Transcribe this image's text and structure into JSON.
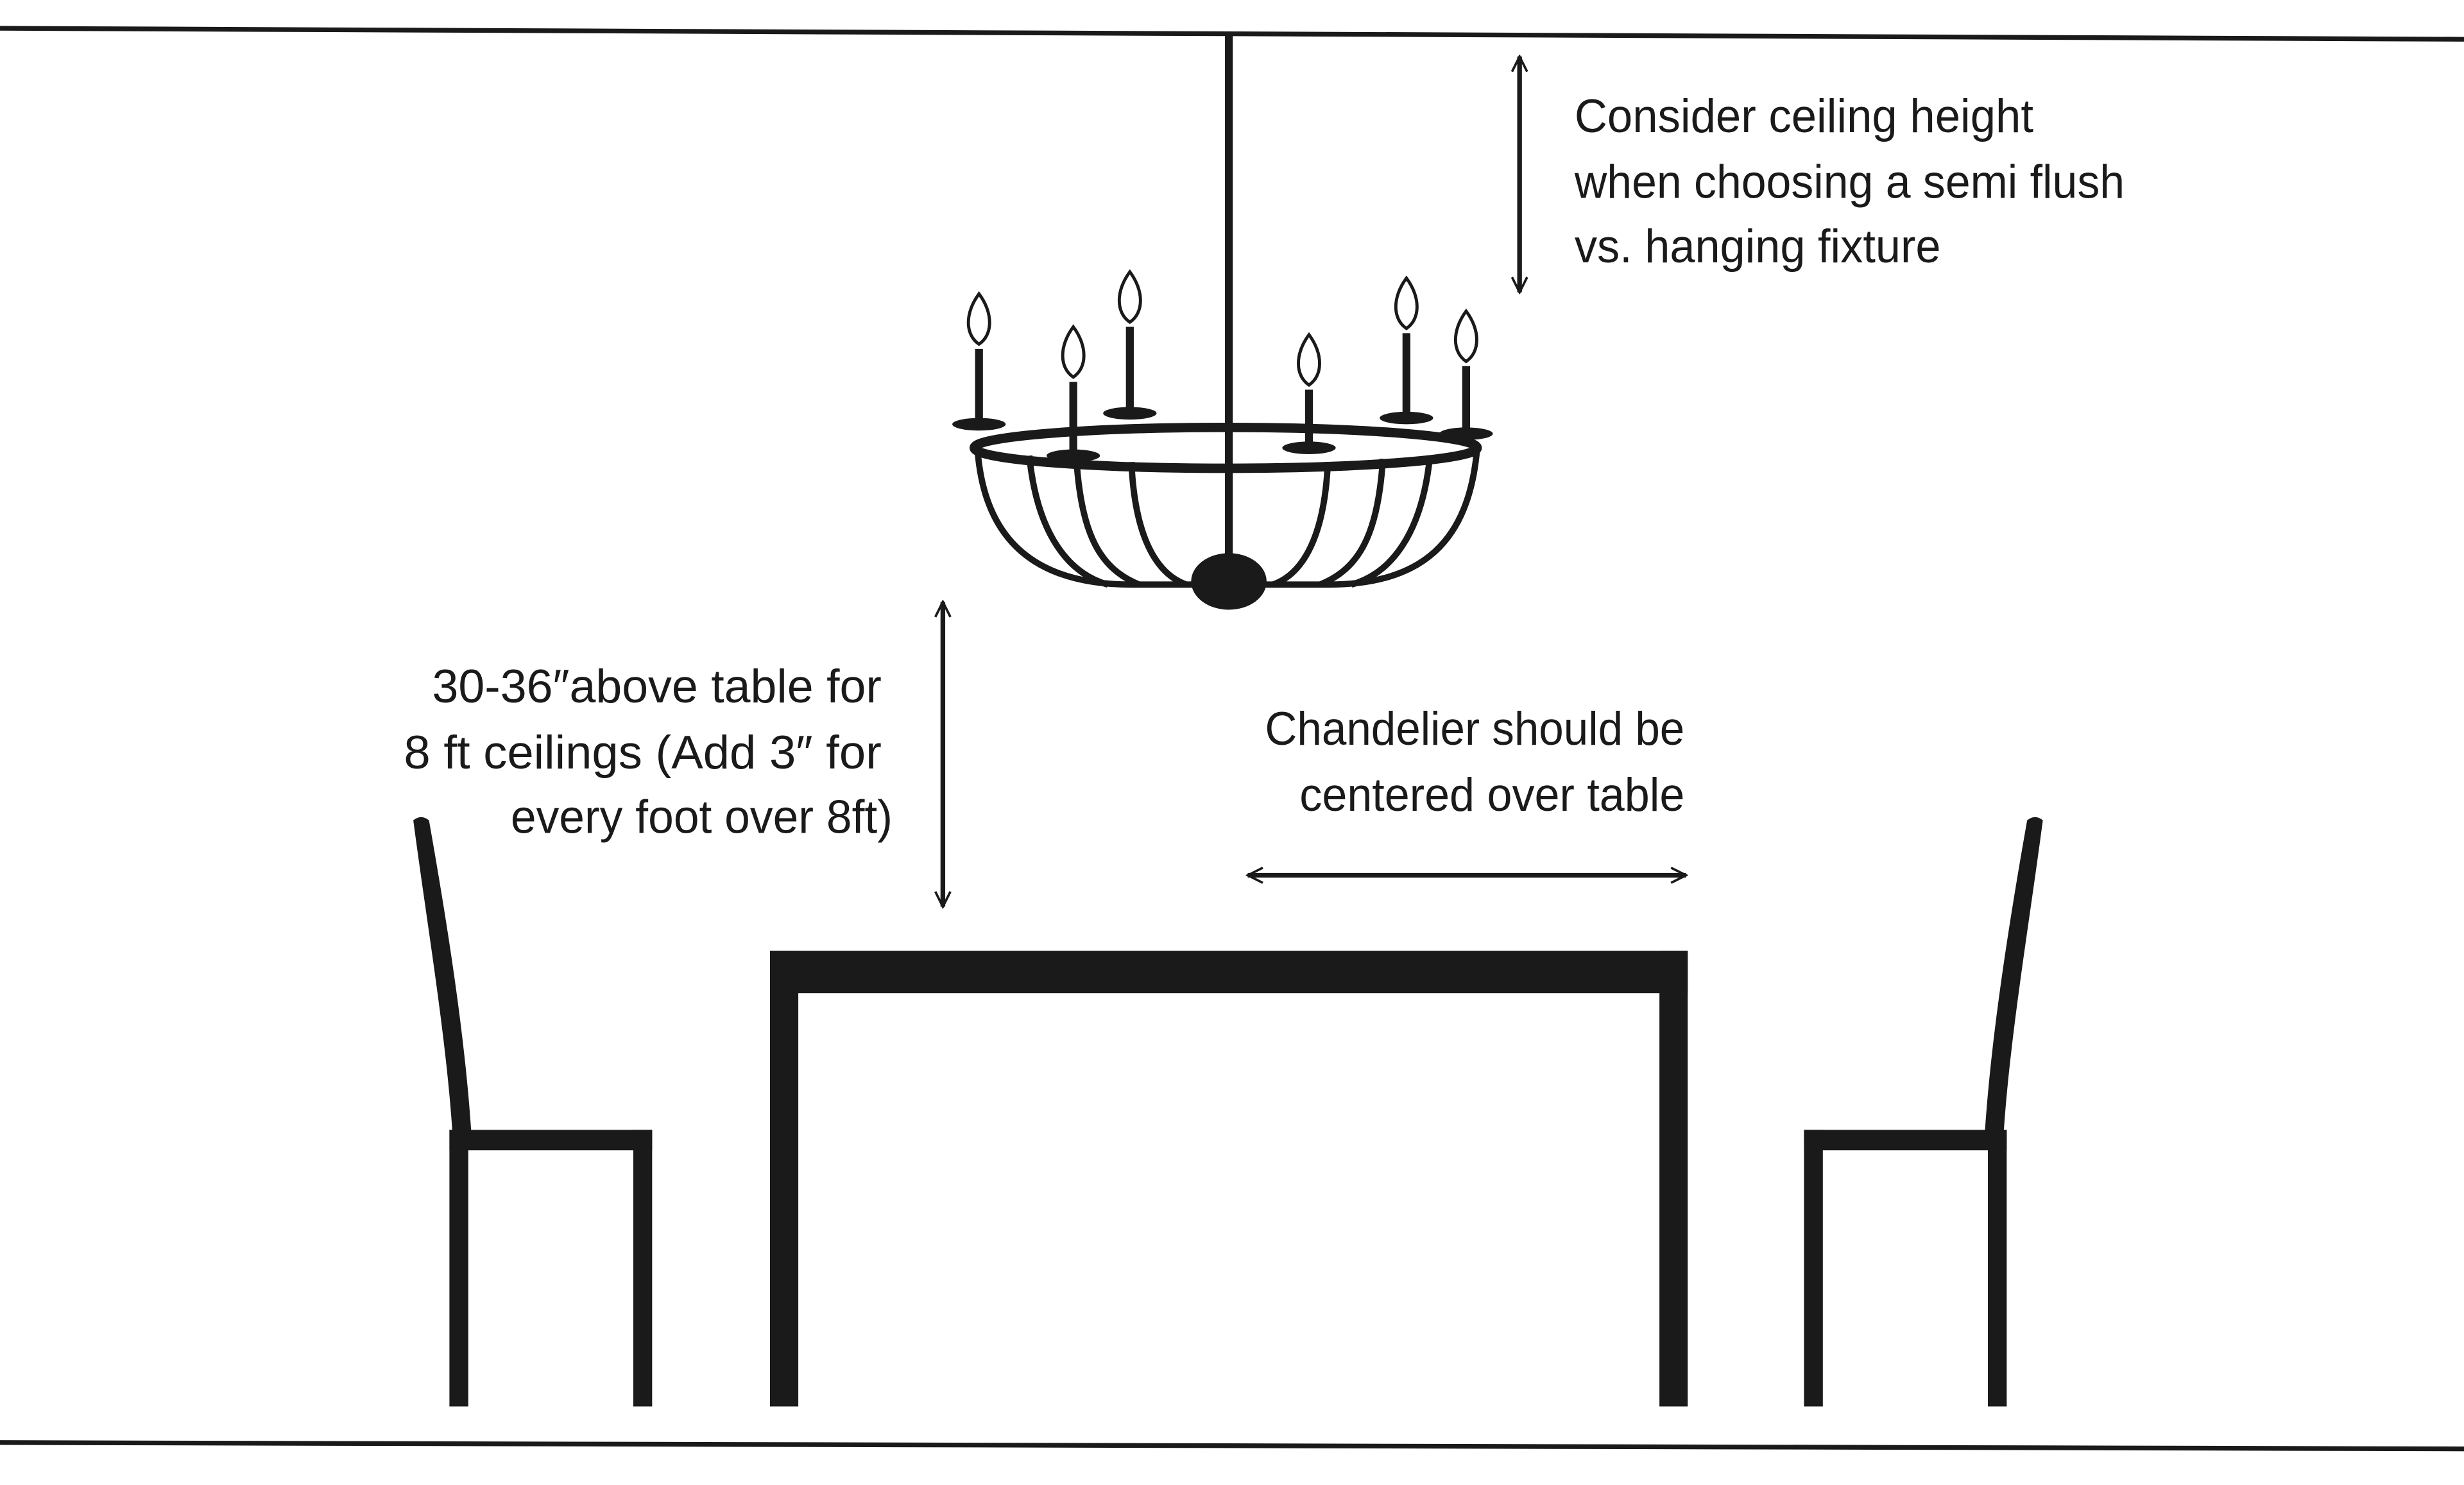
{
  "annotations": {
    "ceiling": {
      "lines": [
        "Consider ceiling height",
        "when choosing a semi flush",
        "vs. hanging fixture"
      ]
    },
    "height_above_table": {
      "lines": [
        "30-36″above table for",
        "8 ft ceilings (Add 3″ for",
        "every foot over 8ft)"
      ]
    },
    "centered": {
      "lines": [
        "Chandelier should be",
        "centered over table"
      ]
    }
  },
  "colors": {
    "ink": "#1a1a1a",
    "background": "#ffffff"
  }
}
